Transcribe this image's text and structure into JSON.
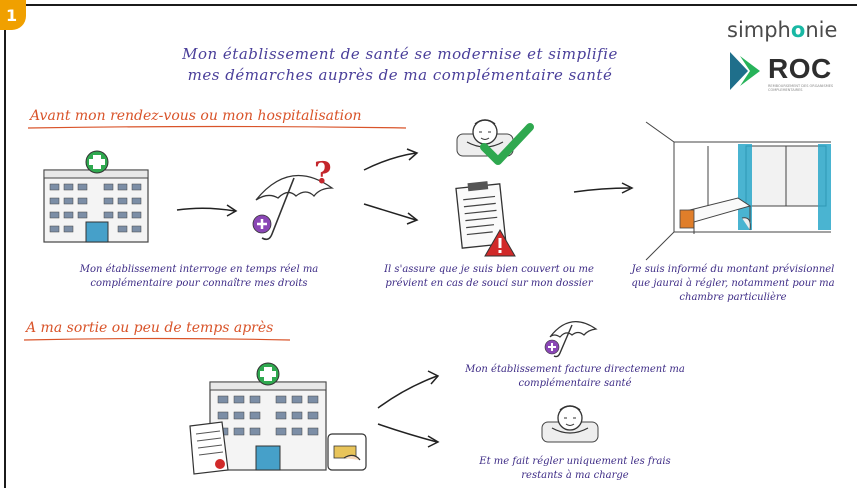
{
  "badge": {
    "label": "1"
  },
  "header": {
    "title_line1": "Mon établissement de santé se modernise et simplifie",
    "title_line2": "mes démarches auprès de ma complémentaire santé"
  },
  "logo": {
    "brand_prefix": "simph",
    "brand_o": "o",
    "brand_suffix": "nie",
    "roc": "ROC",
    "roc_subtitle": "REMBOURSEMENT DES ORGANISMES COMPLEMENTAIRES"
  },
  "sections": {
    "before": "Avant mon rendez-vous ou mon hospitalisation",
    "after": "A ma sortie ou peu de temps après"
  },
  "captions": {
    "step1": "Mon établissement interroge en temps réel ma complémentaire pour connaître mes droits",
    "step2": "Il s'assure que je suis bien couvert ou me prévient en cas de souci sur mon dossier",
    "step3": "Je suis informé du montant prévisionnel que jaurai à régler, notamment pour ma chambre particulière",
    "step4": "Mon établissement facture directement ma complémentaire santé",
    "step5": "Et me fait régler uniquement les frais restants à ma charge"
  },
  "colors": {
    "title": "#4a3f9a",
    "section": "#d9542a",
    "caption": "#3e2c86",
    "accent_green": "#2fa84f",
    "accent_red": "#d12a2a",
    "accent_orange": "#f0a000",
    "curtain": "#2aa7c9"
  },
  "icons": [
    "hospital-building-icon",
    "umbrella-icon",
    "question-mark-icon",
    "relaxed-person-icon",
    "checkmark-icon",
    "clipboard-icon",
    "warning-icon",
    "hospital-room-icon",
    "invoice-icon",
    "payment-card-icon"
  ]
}
